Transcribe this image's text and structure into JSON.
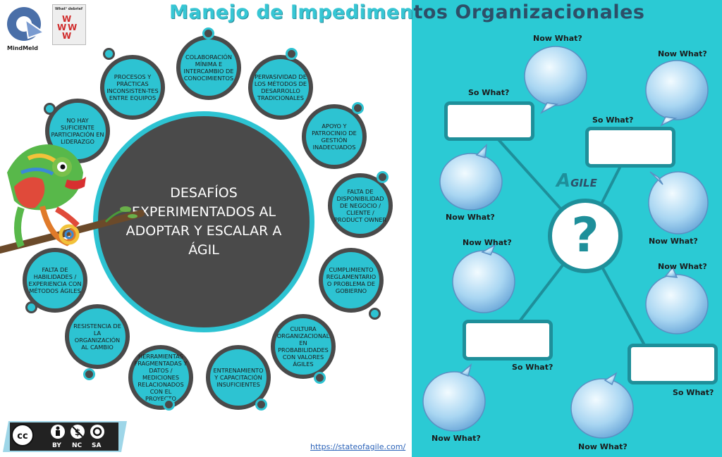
{
  "title": {
    "part1": "Manejo de Impedimen",
    "part2": "tos Organizacionales"
  },
  "logos": {
    "mindmeld": "MindMeld",
    "whatif": "What¹ debrief"
  },
  "center_text": "DESAFÍOS EXPERIMENTADOS AL ADOPTAR Y ESCALAR A ÁGIL",
  "challenges": [
    "COLABORACIÓN MÍNIMA E INTERCAMBIO DE CONOCIMIENTOS",
    "PERVASIVIDAD DE LOS MÉTODOS DE DESARROLLO TRADICIONALES",
    "APOYO Y PATROCINIO DE GESTIÓN INADECUADOS",
    "FALTA DE DISPONIBILIDAD DE NEGOCIO / CLIENTE / PRODUCT OWNER",
    "CUMPLIMIENTO REGLAMENTARIO O PROBLEMA DE GOBIERNO",
    "CULTURA ORGANIZACIONAL EN PROBABILIDADES CON VALORES ÁGILES",
    "ENTRENAMIENTO Y CAPACITACIÓN INSUFICIENTES",
    "HERRAMIENTAS FRAGMENTADAS Y DATOS / MEDICIONES RELACIONADOS CON EL PROYECTO",
    "RESISTENCIA DE LA ORGANIZACIÓN AL CAMBIO",
    "FALTA DE HABILIDADES / EXPERIENCIA CON MÉTODOS ÁGILES",
    "NO HAY SUFICIENTE PARTICIPACIÓN EN LIDERAZGO",
    "PROCESOS Y PRÁCTICAS INCONSISTEN-TES ENTRE EQUIPOS"
  ],
  "license": {
    "by": "BY",
    "nc": "NC",
    "sa": "SA"
  },
  "url": "https://stateofagile.com/",
  "right": {
    "so_what": "So What?",
    "now_what": "Now What?",
    "question": "?",
    "agile_logo": "GILE"
  },
  "colors": {
    "cyan": "#2dc3d2",
    "dark": "#4a4a4a",
    "teal": "#1e8f9a",
    "navy": "#2d4f68"
  }
}
